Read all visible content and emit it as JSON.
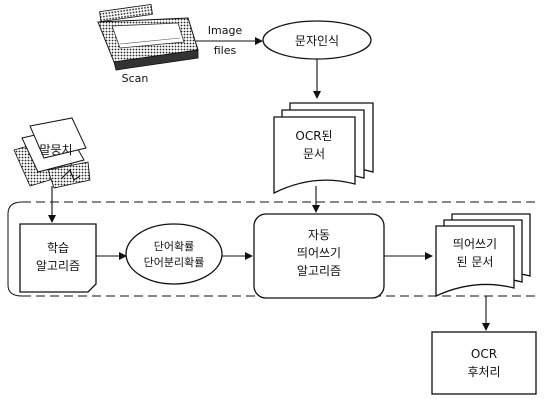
{
  "scanner": {
    "label": "Scan"
  },
  "edge_image_files": {
    "line1": "Image",
    "line2": "files"
  },
  "char_recognition": {
    "label": "문자인식"
  },
  "ocr_doc": {
    "line1": "OCR된",
    "line2": "문서"
  },
  "corpus": {
    "label": "말뭉치"
  },
  "learning": {
    "line1": "학습",
    "line2": "알고리즘"
  },
  "probabilities": {
    "line1": "단어확률",
    "line2": "단어분리확률"
  },
  "auto_spacing": {
    "line1": "자동",
    "line2": "띄어쓰기",
    "line3": "알고리즘"
  },
  "spaced_doc": {
    "line1": "띄어쓰기",
    "line2": "된 문서"
  },
  "postprocess": {
    "line1": "OCR",
    "line2": "후처리"
  }
}
